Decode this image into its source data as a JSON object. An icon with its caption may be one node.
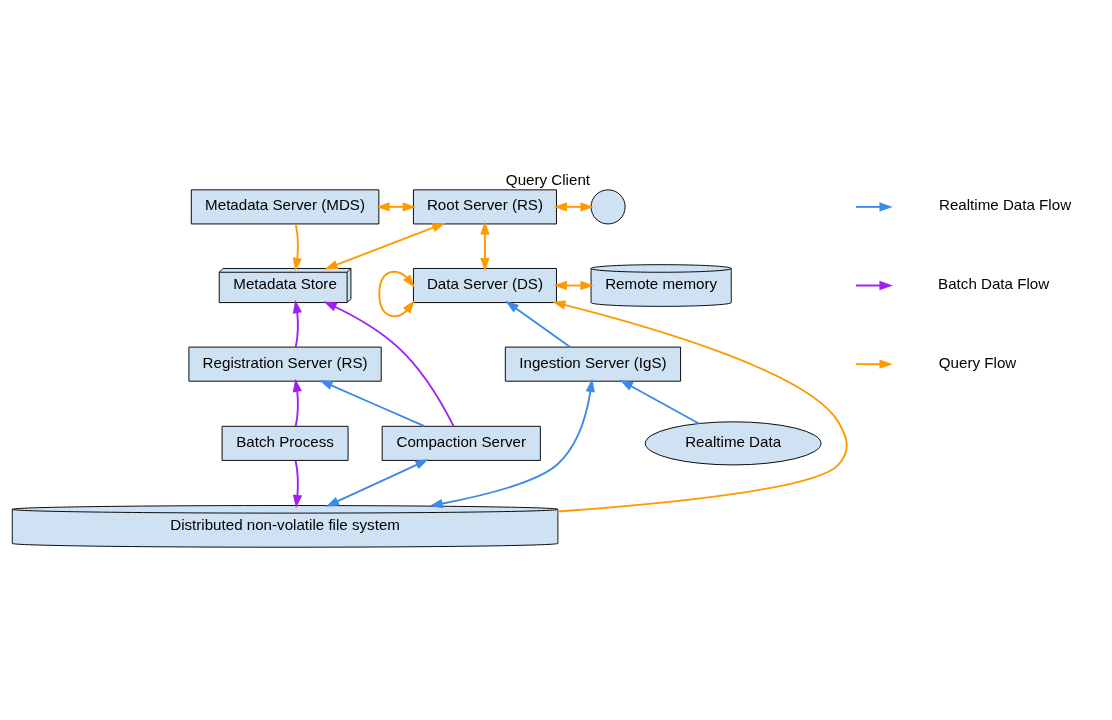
{
  "diagram": {
    "nodes": [
      {
        "text": [
          "Metadata Server (MDS)"
        ]
      },
      {
        "text": [
          "Root Server (RS)"
        ]
      },
      {
        "text": [],
        "shape": "circle",
        "beside": [
          "Query Client"
        ]
      },
      {
        "text": [
          "Metadata Store"
        ]
      },
      {
        "text": [
          "Data Server (DS)"
        ]
      },
      {
        "text": [
          "Remote memory"
        ]
      },
      {
        "text": [
          "Registration Server (RS)"
        ]
      },
      {
        "text": [
          "Ingestion Server (IgS)"
        ]
      },
      {
        "text": [
          "Batch Process"
        ]
      },
      {
        "text": [
          "Compaction Server"
        ]
      },
      {
        "text": [
          "Realtime Data"
        ]
      },
      {
        "text": [
          "Distributed non-volatile file system"
        ]
      }
    ],
    "edges": [
      {
        "from": 0,
        "to": 1,
        "arrow": "both"
      },
      {
        "from": 1,
        "to": 2,
        "arrow": "both"
      },
      {
        "from": 0,
        "to": 3,
        "arrow": "to"
      },
      {
        "from": 1,
        "to": 3,
        "arrow": "both"
      },
      {
        "from": 1,
        "to": 4,
        "arrow": "both"
      },
      {
        "from": 4,
        "to": 4,
        "arrow": "both"
      },
      {
        "from": 4,
        "to": 5,
        "arrow": "both"
      },
      {
        "from": 7,
        "to": 4,
        "arrow": "to",
        "color": "#3c8ae8"
      },
      {
        "from": 11,
        "to": 4,
        "arrow": "to"
      },
      {
        "from": 6,
        "to": 3,
        "arrow": "to",
        "color": "#a020f0"
      },
      {
        "from": 9,
        "to": 3,
        "arrow": "to",
        "color": "#a020f0"
      },
      {
        "from": 8,
        "to": 6,
        "arrow": "to",
        "color": "#a020f0"
      },
      {
        "from": 8,
        "to": 11,
        "arrow": "to",
        "color": "#a020f0"
      },
      {
        "from": 9,
        "to": 6,
        "arrow": "to",
        "color": "#3c8ae8"
      },
      {
        "from": 9,
        "to": 11,
        "arrow": "both",
        "color": "#3c8ae8"
      },
      {
        "from": 7,
        "to": 11,
        "arrow": "both",
        "color": "#3c8ae8"
      },
      {
        "from": 10,
        "to": 7,
        "arrow": "to",
        "color": "#3c8ae8"
      }
    ],
    "legend": [
      {
        "text": "Realtime Data Flow"
      },
      {
        "text": "Batch Data Flow"
      },
      {
        "text": "Query Flow"
      }
    ]
  }
}
